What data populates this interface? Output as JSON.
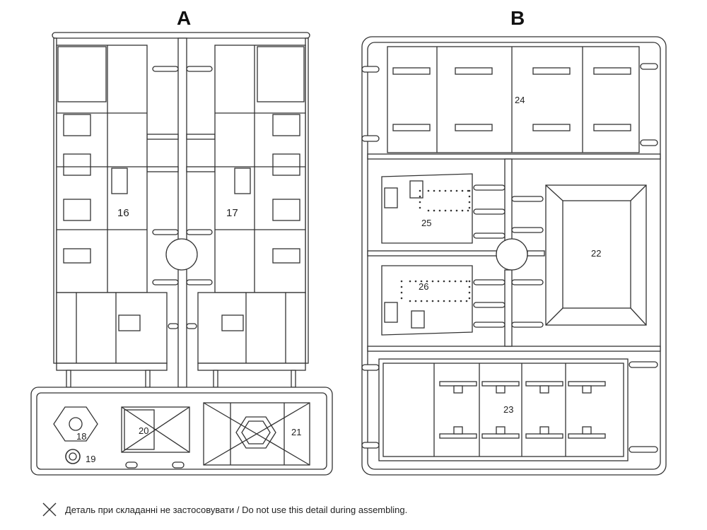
{
  "sprues": [
    {
      "id": "A",
      "parts": [
        {
          "number": "16"
        },
        {
          "number": "17"
        },
        {
          "number": "18"
        },
        {
          "number": "19"
        },
        {
          "number": "20",
          "excluded": true
        },
        {
          "number": "21",
          "excluded": true
        }
      ]
    },
    {
      "id": "B",
      "parts": [
        {
          "number": "22"
        },
        {
          "number": "23"
        },
        {
          "number": "24"
        },
        {
          "number": "25"
        },
        {
          "number": "26"
        }
      ]
    }
  ],
  "legend": {
    "symbol": "cross-mark-icon",
    "text": "Деталь при складанні не застосовувати / Do not use this detail during assembling."
  },
  "colors": {
    "line": "#333333",
    "fill": "#ffffff",
    "fill_light": "#f2f2f2"
  }
}
